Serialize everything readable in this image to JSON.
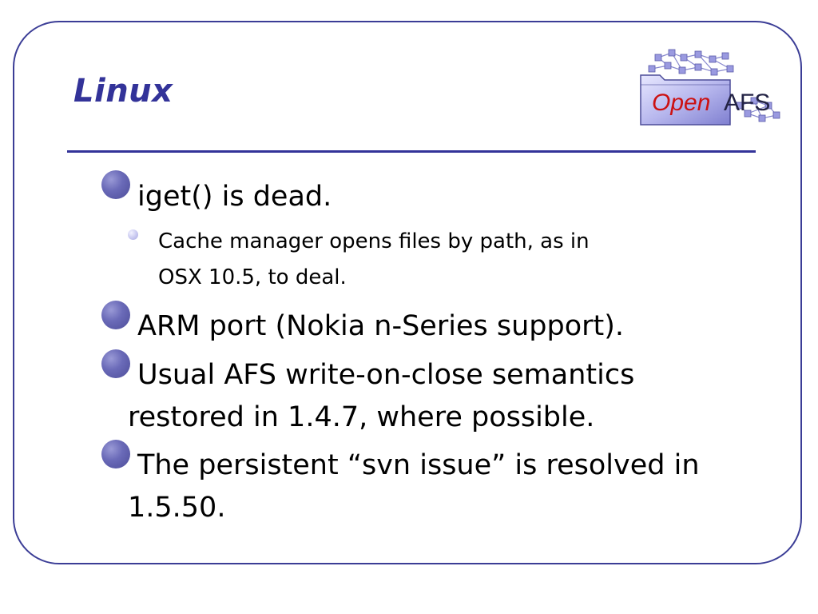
{
  "slide": {
    "title": "Linux",
    "bullets": [
      {
        "lines": [
          "iget() is dead."
        ],
        "sub_items": [
          {
            "lines": [
              "Cache manager opens files by path, as in",
              "OSX 10.5, to deal."
            ]
          }
        ]
      },
      {
        "lines": [
          "ARM port (Nokia n-Series support)."
        ],
        "sub_items": []
      },
      {
        "lines": [
          "Usual AFS write-on-close semantics",
          "restored in 1.4.7, where possible."
        ],
        "sub_items": []
      },
      {
        "lines": [
          "The persistent “svn issue” is resolved in",
          "1.5.50."
        ],
        "sub_items": []
      }
    ]
  },
  "logo": {
    "name": "openafs-logo",
    "word_open": "Open",
    "word_afs": "AFS"
  },
  "colors": {
    "title": "#333399",
    "frame": "#3b3d96",
    "rule": "#333399",
    "bullet": "#6a6ab8",
    "sub_bullet": "#c8c8f0",
    "logo_open_text": "#cc1111",
    "logo_folder": "#7f7fd0"
  }
}
